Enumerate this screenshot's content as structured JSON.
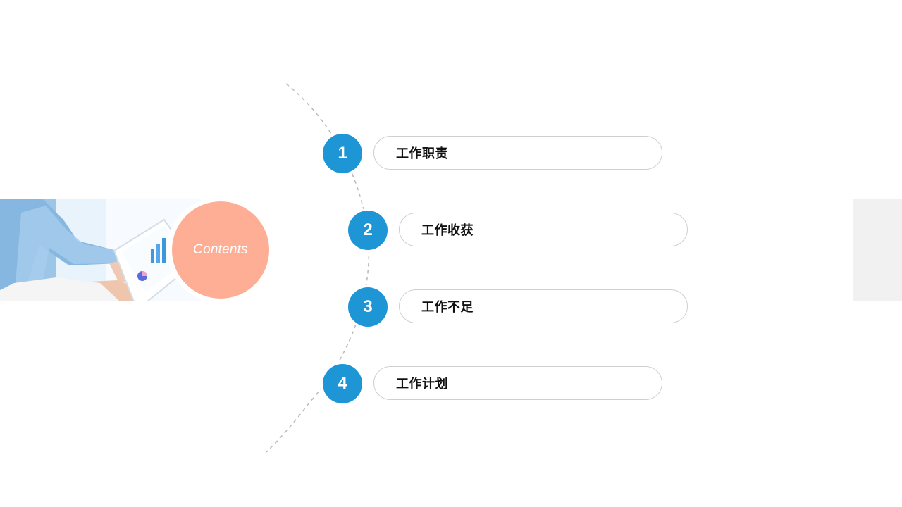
{
  "slide": {
    "badge_text": "Contents"
  },
  "toc": {
    "items": [
      {
        "number": "1",
        "label": "工作职责"
      },
      {
        "number": "2",
        "label": "工作收获"
      },
      {
        "number": "3",
        "label": "工作不足"
      },
      {
        "number": "4",
        "label": "工作计划"
      }
    ]
  },
  "colors": {
    "accent_blue": "#1e96d6",
    "badge_salmon": "#fdae95",
    "pill_border": "#cfcfcf",
    "text_dark": "#111111",
    "panel_gray": "#f1f1f1"
  },
  "icons": {
    "photo": "business-tablet-photo",
    "arc": "dashed-arc-decoration"
  }
}
